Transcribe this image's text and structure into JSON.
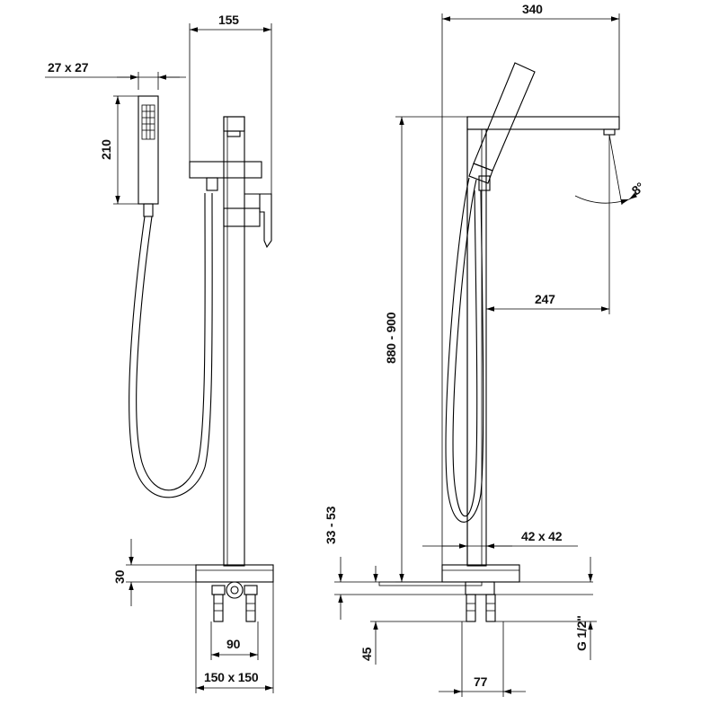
{
  "drawing": {
    "dimensions": {
      "handset_section": "27 x 27",
      "handset_length": "210",
      "side_depth": "155",
      "base_height": "30",
      "inlet_spacing": "90",
      "base_size": "150 x 150",
      "width_total": "340",
      "height_range": "880 - 900",
      "spout_reach": "247",
      "spout_angle": "8°",
      "floor_clearance": "33 - 53",
      "column_section": "42 x 42",
      "connector_length": "45",
      "thread": "G 1/2\"",
      "inlet_offset": "77"
    },
    "colors": {
      "line": "#000000",
      "background": "#ffffff"
    }
  }
}
